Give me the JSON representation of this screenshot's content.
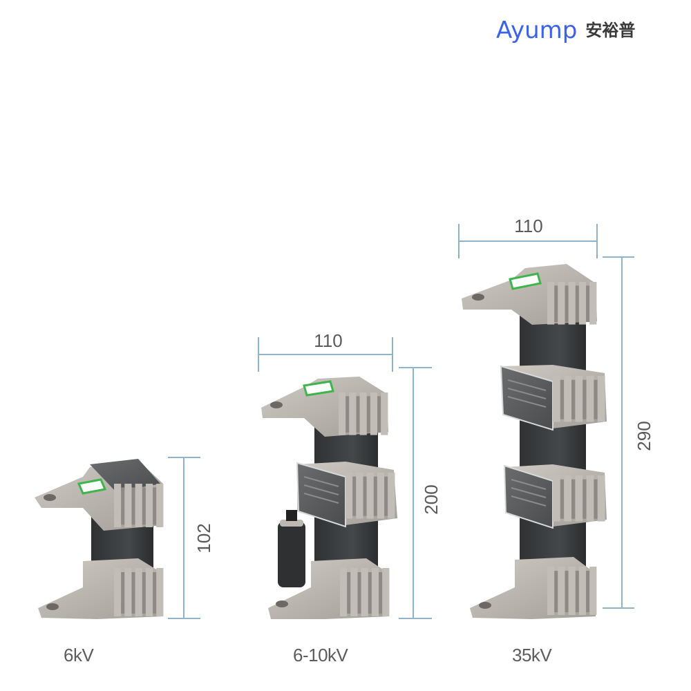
{
  "brand": {
    "name_en": "Ayump",
    "name_cn": "安裕普",
    "color": "#3b63e8"
  },
  "products": [
    {
      "voltage_label": "6kV",
      "height_dim": "102",
      "width_dim": null
    },
    {
      "voltage_label": "6-10kV",
      "height_dim": "200",
      "width_dim": "110"
    },
    {
      "voltage_label": "35kV",
      "height_dim": "290",
      "width_dim": "110"
    }
  ],
  "colors": {
    "dimension_line": "#8fb3c9",
    "fin_metal": "#b9b4ae",
    "fin_shadow": "#8e8984",
    "core": "#3c3e40",
    "label_green": "#3cb54a",
    "text": "#5d5d5d"
  }
}
